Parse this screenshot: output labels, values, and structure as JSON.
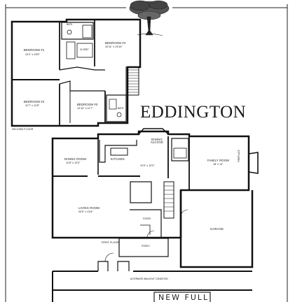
{
  "title": "EDDINGTON",
  "second_floor": {
    "label": "SECOND FLOOR",
    "rooms": [
      {
        "name": "BEDROOM #1",
        "dims": "13'1\" x 15'5\""
      },
      {
        "name": "BEDROOM #4",
        "dims": "10'11\" x 13'10\""
      },
      {
        "name": "BEDROOM #2",
        "dims": "11'7\" x 11'5\""
      },
      {
        "name": "BEDROOM #3",
        "dims": "12'10\" x 11'7\""
      }
    ],
    "small": {
      "bath_top": "BATH",
      "closet": "CLOSET",
      "bath_bottom": "BATH"
    }
  },
  "first_floor": {
    "label": "FIRST FLOOR",
    "rooms": {
      "dining_alcove": "DINING ALCOVE",
      "dining_room": "DINING ROOM",
      "dining_room_dims": "11'8\" x 12'0\"",
      "kitchen": "KITCHEN",
      "kitchen_dims": "11'9\" x 12'3\"",
      "family_room": "FAMILY ROOM",
      "family_room_dims": "18' x 13'",
      "fireplace": "FIREPLACE",
      "living_room": "LIVING ROOM",
      "living_room_dims": "20'0\" x 13'4\"",
      "foyer": "FOYER",
      "garage": "GARAGE",
      "porch": "PORCH"
    }
  },
  "basement_note": "ALTERNATE WALKOUT CONDITION",
  "stamp_text": "NEW FULL"
}
